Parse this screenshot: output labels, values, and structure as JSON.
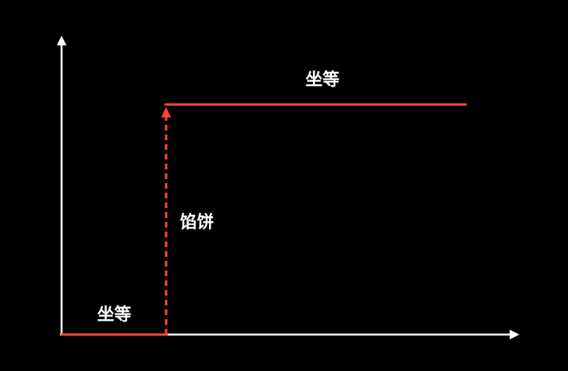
{
  "labels": {
    "top_plateau": "坐等",
    "jump": "馅饼",
    "bottom_plateau": "坐等"
  },
  "colors": {
    "axis": "#ffffff",
    "step": "#ff4433",
    "background": "#000000"
  }
}
